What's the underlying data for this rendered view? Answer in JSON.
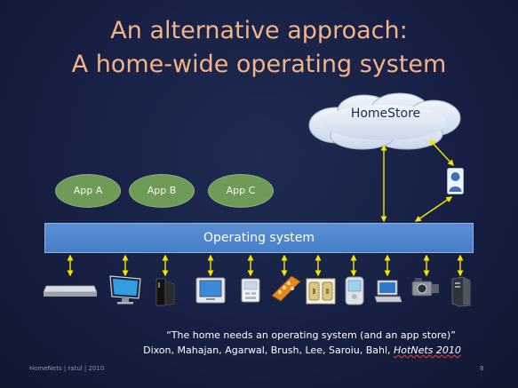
{
  "slide": {
    "title_line1": "An alternative approach:",
    "title_line2": "A home-wide operating system"
  },
  "cloud": {
    "label": "HomeStore"
  },
  "apps": [
    {
      "label": "App A"
    },
    {
      "label": "App B"
    },
    {
      "label": "App C"
    }
  ],
  "os_bar": {
    "label": "Operating system"
  },
  "devices": [
    {
      "icon": "router-icon"
    },
    {
      "icon": "monitor-icon"
    },
    {
      "icon": "game-console-icon"
    },
    {
      "icon": "display-icon"
    },
    {
      "icon": "thermostat-icon"
    },
    {
      "icon": "remote-control-icon"
    },
    {
      "icon": "light-switch-icon"
    },
    {
      "icon": "phone-icon"
    },
    {
      "icon": "laptop-icon"
    },
    {
      "icon": "camera-icon"
    },
    {
      "icon": "pc-tower-icon"
    }
  ],
  "user_icon": "user-icon",
  "quote": {
    "text": "“The home needs an operating system (and an app store)”",
    "authors": "Dixon, Mahajan, Agarwal, Brush, Lee, Saroiu, Bahl,",
    "venue": "HotNets 2010"
  },
  "footer": {
    "left": "HomeNets | ratul | 2010",
    "page_number": "8"
  },
  "colors": {
    "title": "#f3b287",
    "app_fill": "#6f9a58",
    "os_bar": "#4f86cd",
    "arrow": "#f2e600",
    "cloud": "#d8e4f2"
  }
}
